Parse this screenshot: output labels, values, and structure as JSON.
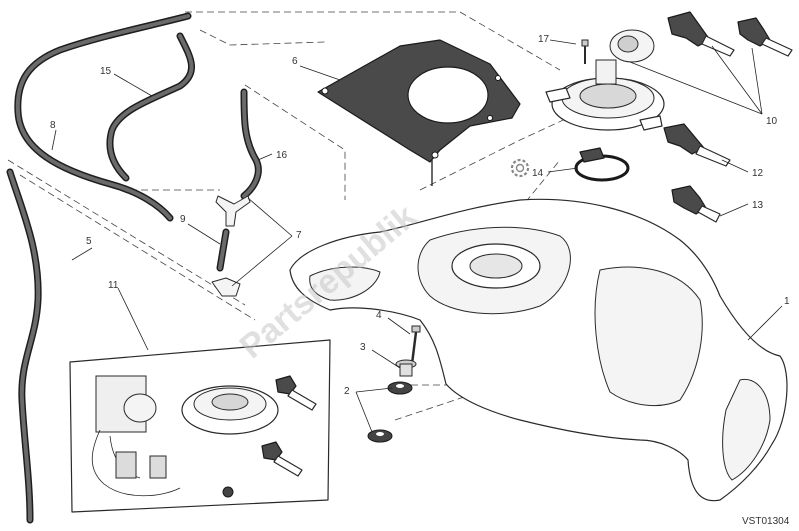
{
  "diagram": {
    "reference_code": "VST01304",
    "watermark": "Partsrepublik",
    "part_numbers": [
      {
        "id": "p1",
        "text": "1"
      },
      {
        "id": "p2",
        "text": "2"
      },
      {
        "id": "p3",
        "text": "3"
      },
      {
        "id": "p4",
        "text": "4"
      },
      {
        "id": "p5",
        "text": "5"
      },
      {
        "id": "p6",
        "text": "6"
      },
      {
        "id": "p7",
        "text": "7"
      },
      {
        "id": "p8",
        "text": "8"
      },
      {
        "id": "p9",
        "text": "9"
      },
      {
        "id": "p10",
        "text": "10"
      },
      {
        "id": "p11",
        "text": "11"
      },
      {
        "id": "p12",
        "text": "12"
      },
      {
        "id": "p13",
        "text": "13"
      },
      {
        "id": "p14",
        "text": "14"
      },
      {
        "id": "p15",
        "text": "15"
      },
      {
        "id": "p16",
        "text": "16"
      },
      {
        "id": "p17",
        "text": "17"
      }
    ],
    "colors": {
      "line": "#222222",
      "hose": "#1e1e1e",
      "cover_plate": "#4a4a4a",
      "watermark": "#c8c8c8",
      "background": "#ffffff"
    }
  }
}
